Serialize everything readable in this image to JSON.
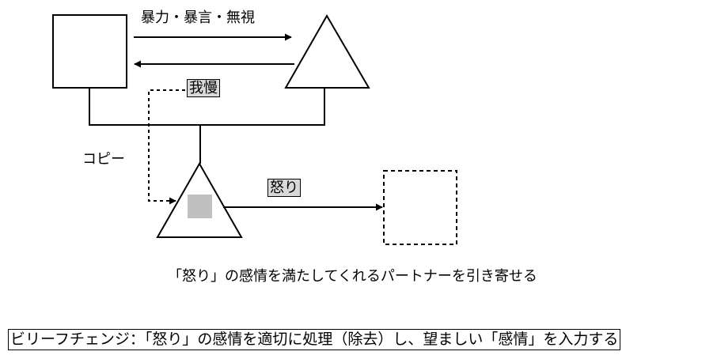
{
  "labels": {
    "violence": "暴力・暴言・無視",
    "endurance": "我慢",
    "copy": "コピー",
    "anger": "怒り"
  },
  "caption": "「怒り」の感情を満たしてくれるパートナーを引き寄せる",
  "footer": "ビリーフチェンジ：「怒り」の感情を適切に処理（除去）し、望ましい「感情」を入力する",
  "colors": {
    "stroke": "#000000",
    "fill": "#ffffff",
    "label_bg": "#d9d9d9",
    "inner_square": "#c0c0c0"
  }
}
